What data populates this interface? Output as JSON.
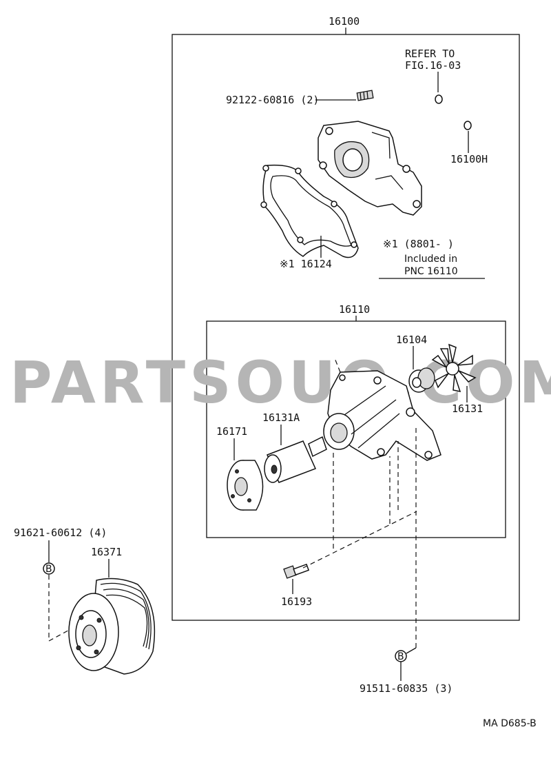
{
  "labels": {
    "assembly": "16100",
    "refer_line1": "REFER TO",
    "refer_line2": "FIG.16-03",
    "plug": "92122-60816 (2)",
    "oring": "16100H",
    "gasket": "※1 16124",
    "note_line1": "※1 (8801-      )",
    "note_line2": "Included in",
    "note_line3": "PNC 16110",
    "sub_assembly": "16110",
    "seal": "16104",
    "impeller": "16131",
    "bearing": "16131A",
    "flange": "16171",
    "bolt_pulley": "91621-60612 (4)",
    "pulley": "16371",
    "stud": "16193",
    "bolt_body": "91511-60835 (3)",
    "ref_b1": "B",
    "ref_b2": "B",
    "drawing_code": "MA D685-B"
  },
  "watermark": "PARTSOUQ.COM",
  "colors": {
    "ink": "#111111",
    "watermark": "#b5b5b5",
    "background": "#ffffff"
  }
}
